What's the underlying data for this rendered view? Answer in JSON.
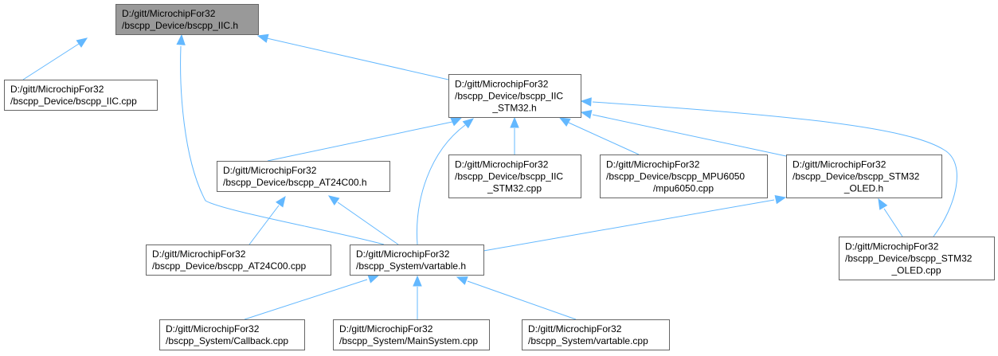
{
  "graph": {
    "type": "include-dependency-graph",
    "edge_color": "#63b8ff",
    "root_fill": "#999999",
    "node_border": "#666666",
    "nodes": [
      {
        "id": "n0",
        "lines": [
          "D:/gitt/MicrochipFor32",
          "/bscpp_Device/bscpp_IIC.h"
        ],
        "root": true
      },
      {
        "id": "n1",
        "lines": [
          "D:/gitt/MicrochipFor32",
          "/bscpp_Device/bscpp_IIC.cpp"
        ]
      },
      {
        "id": "n2",
        "lines": [
          "D:/gitt/MicrochipFor32",
          "/bscpp_Device/bscpp_IIC",
          "_STM32.h"
        ]
      },
      {
        "id": "n3",
        "lines": [
          "D:/gitt/MicrochipFor32",
          "/bscpp_Device/bscpp_AT24C00.h"
        ]
      },
      {
        "id": "n4",
        "lines": [
          "D:/gitt/MicrochipFor32",
          "/bscpp_Device/bscpp_IIC",
          "_STM32.cpp"
        ]
      },
      {
        "id": "n5",
        "lines": [
          "D:/gitt/MicrochipFor32",
          "/bscpp_Device/bscpp_MPU6050",
          "/mpu6050.cpp"
        ]
      },
      {
        "id": "n6",
        "lines": [
          "D:/gitt/MicrochipFor32",
          "/bscpp_Device/bscpp_STM32",
          "_OLED.h"
        ]
      },
      {
        "id": "n7",
        "lines": [
          "D:/gitt/MicrochipFor32",
          "/bscpp_Device/bscpp_AT24C00.cpp"
        ]
      },
      {
        "id": "n8",
        "lines": [
          "D:/gitt/MicrochipFor32",
          "/bscpp_System/vartable.h"
        ]
      },
      {
        "id": "n9",
        "lines": [
          "D:/gitt/MicrochipFor32",
          "/bscpp_Device/bscpp_STM32",
          "_OLED.cpp"
        ]
      },
      {
        "id": "n10",
        "lines": [
          "D:/gitt/MicrochipFor32",
          "/bscpp_System/Callback.cpp"
        ]
      },
      {
        "id": "n11",
        "lines": [
          "D:/gitt/MicrochipFor32",
          "/bscpp_System/MainSystem.cpp"
        ]
      },
      {
        "id": "n12",
        "lines": [
          "D:/gitt/MicrochipFor32",
          "/bscpp_System/vartable.cpp"
        ]
      }
    ],
    "edges": [
      {
        "from": "n1",
        "to": "n0"
      },
      {
        "from": "n8",
        "to": "n0"
      },
      {
        "from": "n2",
        "to": "n0"
      },
      {
        "from": "n3",
        "to": "n2"
      },
      {
        "from": "n8",
        "to": "n2"
      },
      {
        "from": "n4",
        "to": "n2"
      },
      {
        "from": "n5",
        "to": "n2"
      },
      {
        "from": "n6",
        "to": "n2"
      },
      {
        "from": "n9",
        "to": "n2"
      },
      {
        "from": "n7",
        "to": "n3"
      },
      {
        "from": "n8",
        "to": "n3"
      },
      {
        "from": "n8",
        "to": "n6"
      },
      {
        "from": "n9",
        "to": "n6"
      },
      {
        "from": "n10",
        "to": "n8"
      },
      {
        "from": "n11",
        "to": "n8"
      },
      {
        "from": "n12",
        "to": "n8"
      }
    ]
  }
}
